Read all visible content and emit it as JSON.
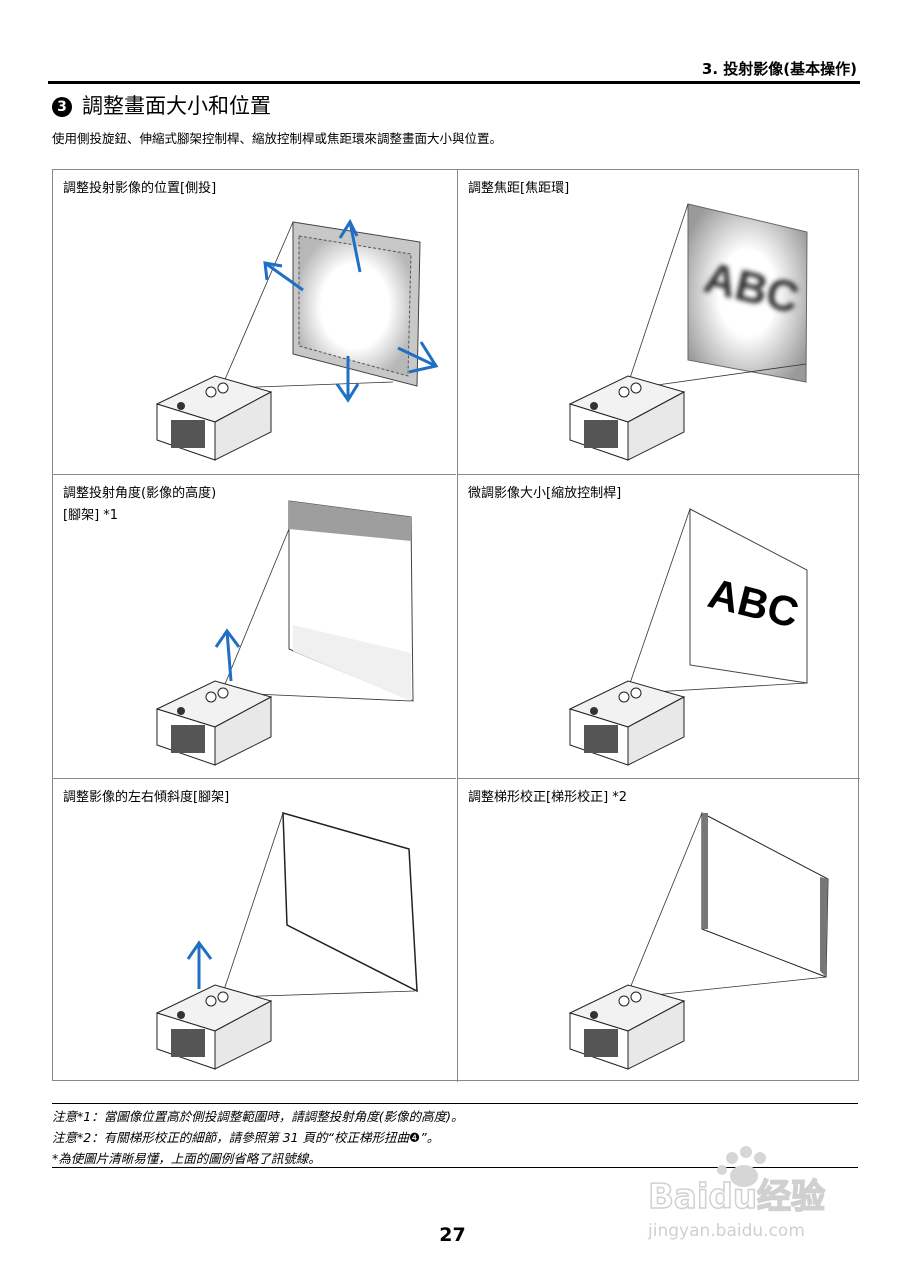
{
  "header": {
    "title": "3. 投射影像(基本操作)"
  },
  "section": {
    "number": "3",
    "title": "調整畫面大小和位置",
    "intro": "使用側投旋鈕、伸縮式腳架控制桿、縮放控制桿或焦距環來調整畫面大小與位置。"
  },
  "cells": [
    {
      "label_lines": [
        "調整投射影像的位置[側投]"
      ]
    },
    {
      "label_lines": [
        "調整焦距[焦距環]"
      ],
      "screen_text": "ABC"
    },
    {
      "label_lines": [
        "調整投射角度(影像的高度)",
        "[腳架] *1"
      ]
    },
    {
      "label_lines": [
        "微調影像大小[縮放控制桿]"
      ],
      "screen_text": "ABC"
    },
    {
      "label_lines": [
        "調整影像的左右傾斜度[腳架]"
      ]
    },
    {
      "label_lines": [
        "調整梯形校正[梯形校正] *2"
      ]
    }
  ],
  "notes": [
    "注意*1：當圖像位置高於側投調整範圍時，請調整投射角度(影像的高度)。",
    "注意*2：有關梯形校正的細節，請參照第 31 頁的“校正梯形扭曲❹”。",
    "*為使圖片清晰易懂，上面的圖例省略了訊號線。"
  ],
  "page_number": "27",
  "watermark": {
    "brand": "Baidu经验",
    "url": "jingyan.baidu.com"
  },
  "colors": {
    "arrow": "#1f6fc4",
    "rule": "#000000",
    "border": "#888888"
  }
}
